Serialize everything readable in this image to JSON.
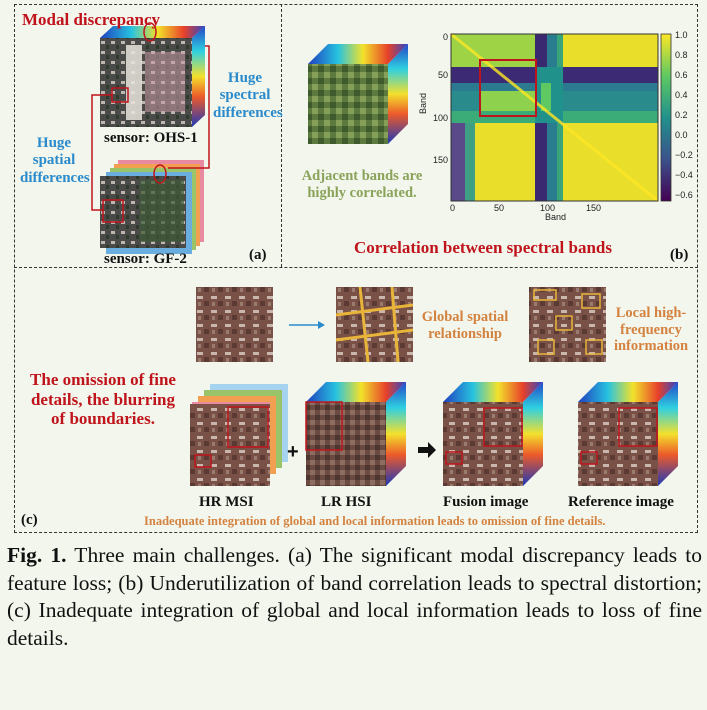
{
  "panel_a": {
    "title": "Modal discrepancy",
    "spectral_label": [
      "Huge",
      "spectral",
      "differences"
    ],
    "spatial_label": [
      "Huge",
      "spatial",
      "differences"
    ],
    "sensor1": "sensor: OHS-1",
    "sensor2": "sensor: GF-2",
    "tag": "(a)"
  },
  "panel_b": {
    "note": [
      "Adjacent bands are",
      "highly correlated."
    ],
    "title": "Correlation between spectral bands",
    "tag": "(b)",
    "heatmap": {
      "xlabel": "Band",
      "ylabel": "Band",
      "xticks": [
        "0",
        "50",
        "100",
        "150"
      ],
      "yticks": [
        "0",
        "50",
        "100",
        "150"
      ],
      "colorbar_ticks": [
        "1.0",
        "0.8",
        "0.6",
        "0.4",
        "0.2",
        "0.0",
        "−0.2",
        "−0.4",
        "−0.6"
      ],
      "colormap": [
        "#440154",
        "#3b528b",
        "#21918c",
        "#5ec962",
        "#fde725"
      ]
    }
  },
  "panel_c": {
    "left_text": [
      "The omission of fine",
      "details, the blurring",
      "of boundaries."
    ],
    "global_label": [
      "Global spatial",
      "relationship"
    ],
    "local_label": [
      "Local high-",
      "frequency",
      "information"
    ],
    "labels": {
      "hr_msi": "HR MSI",
      "lr_hsi": "LR HSI",
      "fusion": "Fusion image",
      "reference": "Reference image"
    },
    "plus": "+",
    "bottom_text": "Inadequate integration of global and local information leads to omission of fine details.",
    "tag": "(c)"
  },
  "caption": {
    "prefix": "Fig. 1.",
    "text": " Three main challenges. (a) The significant modal discrepancy leads to feature loss; (b) Underutilization of band correlation leads to spectral distortion; (c) Inadequate integration of global and local information leads to loss of fine details."
  }
}
